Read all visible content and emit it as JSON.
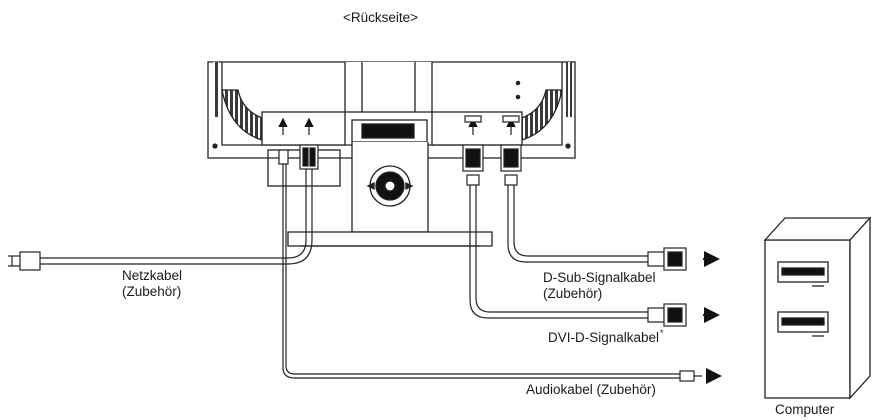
{
  "title": "<Rückseite>",
  "labels": {
    "power_cable": {
      "line1": "Netzkabel",
      "line2": "(Zubehör)"
    },
    "dsub_cable": {
      "line1": "D-Sub-Signalkabel",
      "line2": "(Zubehör)"
    },
    "dvi_cable": {
      "text": "DVI-D-Signalkabel",
      "mark": "*"
    },
    "audio_cable": {
      "text": "Audiokabel (Zubehör)"
    },
    "computer": {
      "text": "Computer"
    }
  }
}
